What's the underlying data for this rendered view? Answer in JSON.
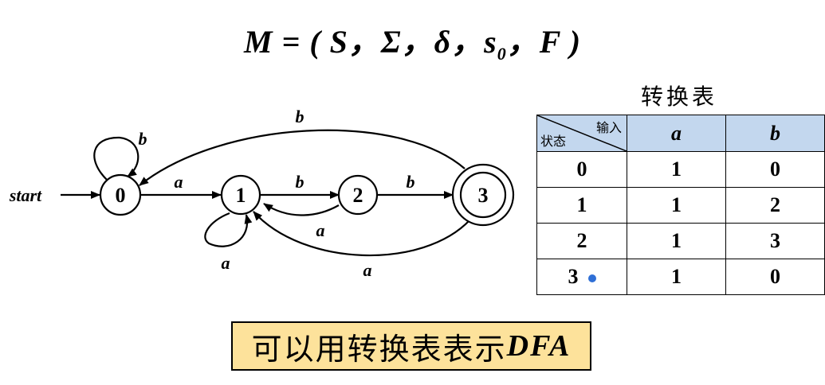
{
  "formula": {
    "lhs": "M",
    "eq": " = ( ",
    "s": "S",
    "sigma": "Σ",
    "delta": "δ",
    "s0": "s",
    "s0_sub": "0",
    "f": "F",
    "sep": "，",
    "close": " )"
  },
  "diagram": {
    "start_label": "start",
    "states": [
      "0",
      "1",
      "2",
      "3"
    ],
    "accepting_state": "3",
    "labels": {
      "loop0": "b",
      "e01": "a",
      "e12": "b",
      "e23": "b",
      "e30": "b",
      "e21": "a",
      "loop1": "a",
      "e31": "a"
    }
  },
  "table": {
    "title": "转换表",
    "corner_input": "输入",
    "corner_state": "状态",
    "symbols": [
      "a",
      "b"
    ],
    "rows": [
      {
        "state": "0",
        "a": "1",
        "b": "0"
      },
      {
        "state": "1",
        "a": "1",
        "b": "2"
      },
      {
        "state": "2",
        "a": "1",
        "b": "3"
      },
      {
        "state": "3",
        "a": "1",
        "b": "0"
      }
    ],
    "accent_color": "#2f6fd6",
    "header_bg": "#c3d7ee"
  },
  "note": {
    "text_cn": "可以用转换表表示",
    "text_en": "DFA",
    "bg": "#fde29b"
  }
}
